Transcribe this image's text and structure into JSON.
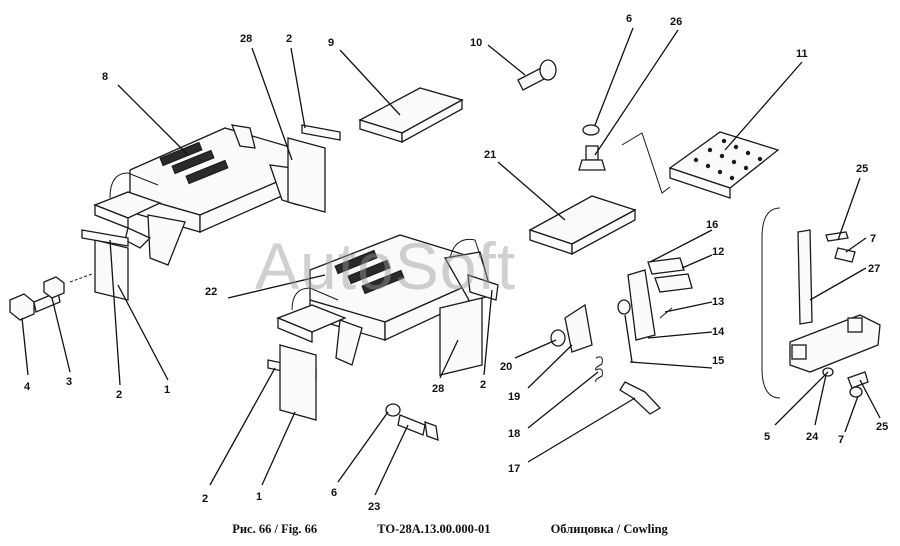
{
  "watermark": "AutoSoft",
  "caption": {
    "figure": "Рис. 66 / Fig. 66",
    "drawing_number": "ТО-28А.13.00.000-01",
    "title": "Облицовка / Cowling"
  },
  "callouts": [
    {
      "id": "c-8",
      "text": "8"
    },
    {
      "id": "c-28a",
      "text": "28"
    },
    {
      "id": "c-2a",
      "text": "2"
    },
    {
      "id": "c-9",
      "text": "9"
    },
    {
      "id": "c-10",
      "text": "10"
    },
    {
      "id": "c-6a",
      "text": "6"
    },
    {
      "id": "c-26",
      "text": "26"
    },
    {
      "id": "c-11",
      "text": "11"
    },
    {
      "id": "c-21",
      "text": "21"
    },
    {
      "id": "c-16",
      "text": "16"
    },
    {
      "id": "c-12",
      "text": "12"
    },
    {
      "id": "c-25a",
      "text": "25"
    },
    {
      "id": "c-7a",
      "text": "7"
    },
    {
      "id": "c-27",
      "text": "27"
    },
    {
      "id": "c-13",
      "text": "13"
    },
    {
      "id": "c-14",
      "text": "14"
    },
    {
      "id": "c-15",
      "text": "15"
    },
    {
      "id": "c-22",
      "text": "22"
    },
    {
      "id": "c-4",
      "text": "4"
    },
    {
      "id": "c-3",
      "text": "3"
    },
    {
      "id": "c-2b",
      "text": "2"
    },
    {
      "id": "c-1a",
      "text": "1"
    },
    {
      "id": "c-28b",
      "text": "28"
    },
    {
      "id": "c-2c",
      "text": "2"
    },
    {
      "id": "c-20",
      "text": "20"
    },
    {
      "id": "c-19",
      "text": "19"
    },
    {
      "id": "c-18",
      "text": "18"
    },
    {
      "id": "c-17",
      "text": "17"
    },
    {
      "id": "c-5",
      "text": "5"
    },
    {
      "id": "c-24",
      "text": "24"
    },
    {
      "id": "c-7b",
      "text": "7"
    },
    {
      "id": "c-25b",
      "text": "25"
    },
    {
      "id": "c-2d",
      "text": "2"
    },
    {
      "id": "c-1b",
      "text": "1"
    },
    {
      "id": "c-6b",
      "text": "6"
    },
    {
      "id": "c-23",
      "text": "23"
    }
  ]
}
